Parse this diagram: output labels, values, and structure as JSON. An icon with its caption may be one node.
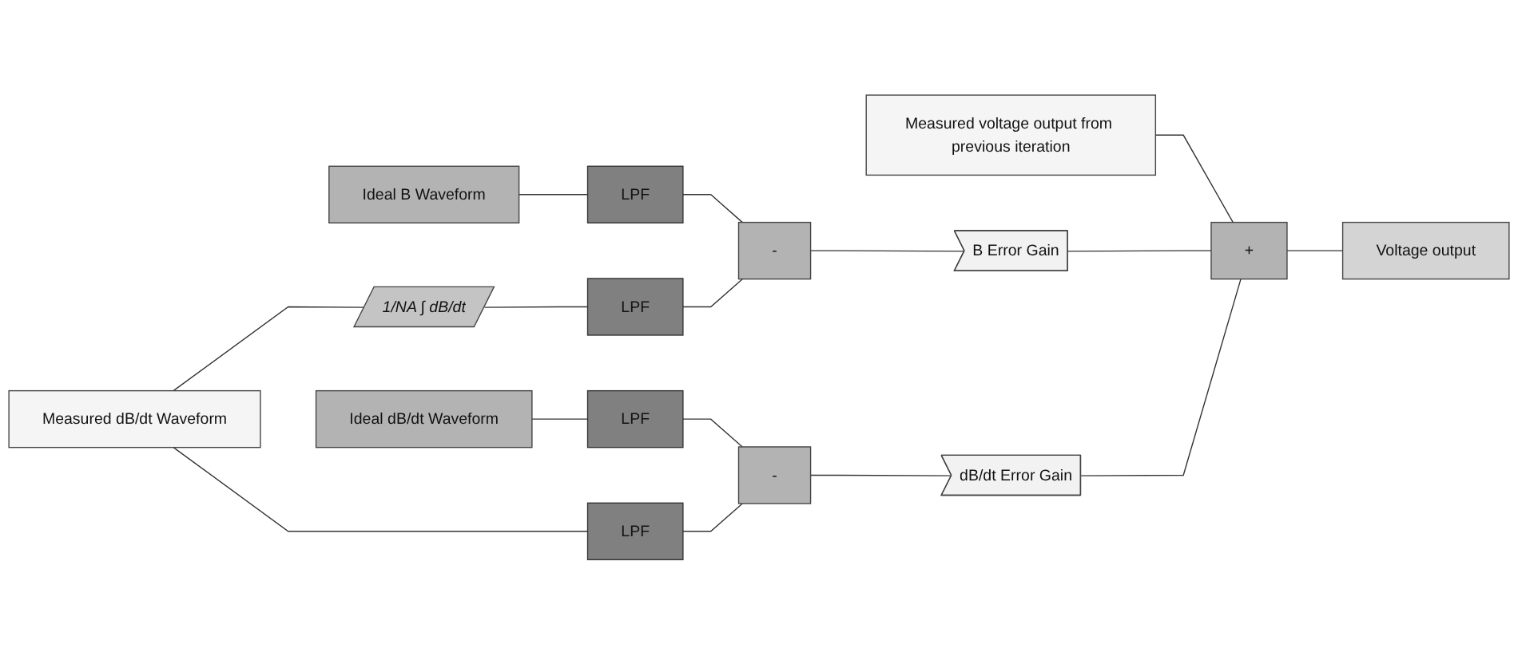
{
  "diagram": {
    "nodes": [
      {
        "text": [
          "Measured voltage output from previous iteration"
        ]
      },
      {
        "text": [
          "Ideal B Waveform"
        ]
      },
      {
        "text": [
          "LPF"
        ]
      },
      {
        "text": [
          "-"
        ]
      },
      {
        "text": [
          "B Error Gain"
        ]
      },
      {
        "text": [
          "+"
        ]
      },
      {
        "text": [
          "Voltage output"
        ]
      },
      {
        "text": [
          "1/NA ∫ dB/dt"
        ]
      },
      {
        "text": [
          "LPF"
        ]
      },
      {
        "text": [
          "Ideal dB/dt Waveform"
        ]
      },
      {
        "text": [
          "LPF"
        ]
      },
      {
        "text": [
          "-"
        ]
      },
      {
        "text": [
          "dB/dt Error Gain"
        ]
      },
      {
        "text": [
          "Measured dB/dt Waveform"
        ]
      },
      {
        "text": [
          "LPF"
        ]
      }
    ],
    "edges": [
      {
        "from": 1,
        "to": 2,
        "arrow": "none"
      },
      {
        "from": 2,
        "to": 3,
        "arrow": "none"
      },
      {
        "from": 13,
        "to": 7,
        "arrow": "none"
      },
      {
        "from": 7,
        "to": 8,
        "arrow": "none"
      },
      {
        "from": 8,
        "to": 3,
        "arrow": "none"
      },
      {
        "from": 3,
        "to": 4,
        "arrow": "none"
      },
      {
        "from": 0,
        "to": 5,
        "arrow": "none"
      },
      {
        "from": 4,
        "to": 5,
        "arrow": "none"
      },
      {
        "from": 5,
        "to": 6,
        "arrow": "none"
      },
      {
        "from": 9,
        "to": 10,
        "arrow": "none"
      },
      {
        "from": 10,
        "to": 11,
        "arrow": "none"
      },
      {
        "from": 13,
        "to": 14,
        "arrow": "none"
      },
      {
        "from": 14,
        "to": 11,
        "arrow": "none"
      },
      {
        "from": 11,
        "to": 12,
        "arrow": "none"
      },
      {
        "from": 12,
        "to": 5,
        "arrow": "none"
      }
    ]
  }
}
